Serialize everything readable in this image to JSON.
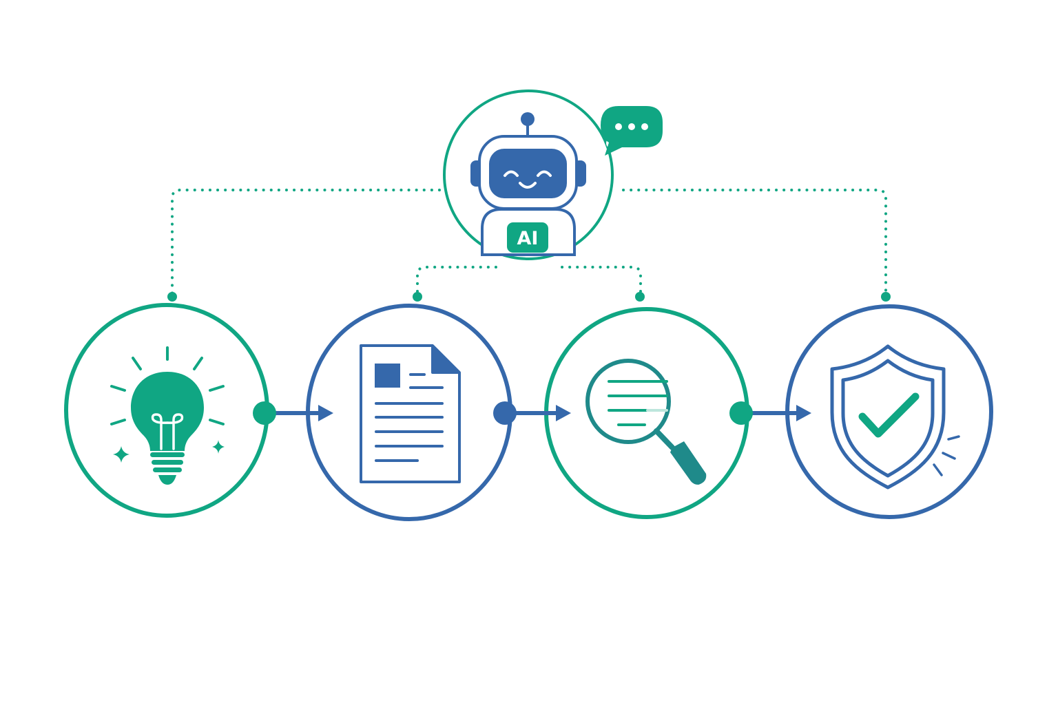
{
  "colors": {
    "green": "#10a683",
    "blue": "#3568ab",
    "green_light": "#e6f5f0",
    "white": "#ffffff"
  },
  "ai_hub": {
    "badge_label": "AI",
    "icon": "robot-icon",
    "speech_icon": "speech-bubble-icon"
  },
  "steps": [
    {
      "id": "idea",
      "icon": "lightbulb-icon",
      "ring_color": "green"
    },
    {
      "id": "draft",
      "icon": "document-icon",
      "ring_color": "blue"
    },
    {
      "id": "review",
      "icon": "magnifier-icon",
      "ring_color": "green"
    },
    {
      "id": "secure",
      "icon": "shield-check-icon",
      "ring_color": "blue"
    }
  ]
}
